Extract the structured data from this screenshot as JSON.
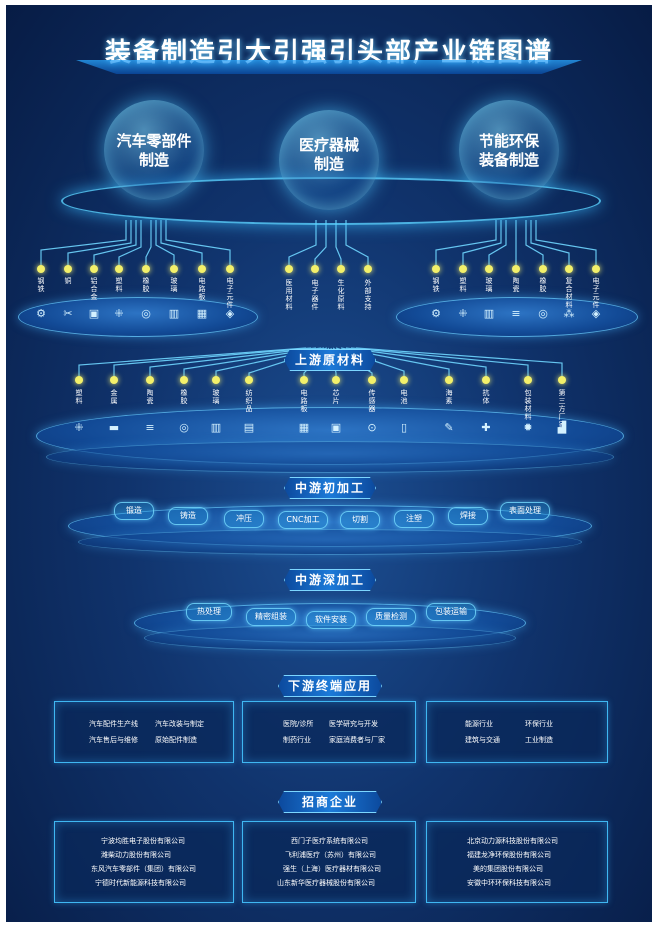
{
  "title": "装备制造引大引强引头部产业链图谱",
  "sectors": [
    {
      "name_line1": "汽车零部件",
      "name_line2": "制造"
    },
    {
      "name_line1": "医疗器械",
      "name_line2": "制造"
    },
    {
      "name_line1": "节能环保",
      "name_line2": "装备制造"
    }
  ],
  "left_materials": [
    "钢铁",
    "铜",
    "铝合金",
    "塑料",
    "橡胶",
    "玻璃",
    "电路板",
    "电子元件"
  ],
  "center_materials": [
    "医用材料",
    "电子器件",
    "生化原料",
    "外部支持"
  ],
  "right_materials": [
    "钢铁",
    "塑料",
    "玻璃",
    "陶瓷",
    "橡胶",
    "复合材料",
    "电子元件"
  ],
  "banners": {
    "upstream": "上游原材料",
    "midstream_initial": "中游初加工",
    "midstream_deep": "中游深加工",
    "downstream": "下游终端应用",
    "investment": "招商企业"
  },
  "upstream_items": [
    "塑料",
    "金属",
    "陶瓷",
    "橡胶",
    "玻璃",
    "纺织品",
    "电路板",
    "芯片",
    "传感器",
    "电池",
    "海素",
    "抗体",
    "包装材料",
    "第三方厂家"
  ],
  "midstream_initial_items": [
    "锻造",
    "铸造",
    "冲压",
    "CNC加工",
    "切割",
    "注塑",
    "焊接",
    "表面处理"
  ],
  "midstream_deep_items": [
    "热处理",
    "精密组装",
    "软件安装",
    "质量检测",
    "包装运输"
  ],
  "downstream_panels": [
    [
      "汽车配件生产线",
      "汽车改装与制定",
      "汽车售后与维修",
      "原始配件制造"
    ],
    [
      "医院/诊所",
      "医学研究与开发",
      "制药行业",
      "家庭消费者与厂家"
    ],
    [
      "能源行业",
      "环保行业",
      "建筑与交通",
      "工业制造"
    ]
  ],
  "investment_panels": [
    [
      "宁波均胜电子股份有限公司",
      "潍柴动力股份有限公司",
      "东风汽车零部件（集团）有限公司",
      "宁德时代新能源科技有限公司"
    ],
    [
      "西门子医疗系统有限公司",
      "飞利浦医疗（苏州）有限公司",
      "强生（上海）医疗器材有限公司",
      "山东新华医疗器械股份有限公司"
    ],
    [
      "北京动力源科技股份有限公司",
      "福建龙净环保股份有限公司",
      "美的集团股份有限公司",
      "安徽中环环保科技有限公司"
    ]
  ],
  "icons": {
    "left": [
      "wrench-icon",
      "pliers-icon",
      "chip-icon",
      "grid-icon",
      "gear-icon",
      "glass-icon",
      "board-icon",
      "component-icon"
    ],
    "upstream": [
      "grid-icon",
      "bar-icon",
      "tower-icon",
      "gear-icon",
      "glass-icon",
      "spool-icon",
      "board-icon",
      "chip-icon",
      "sensor-icon",
      "battery-icon",
      "pen-icon",
      "medkit-icon",
      "settings-icon",
      "factory-icon"
    ]
  },
  "colors": {
    "accent": "#6fd6ff",
    "dot": "#f3f06a",
    "background": "#10336c"
  }
}
